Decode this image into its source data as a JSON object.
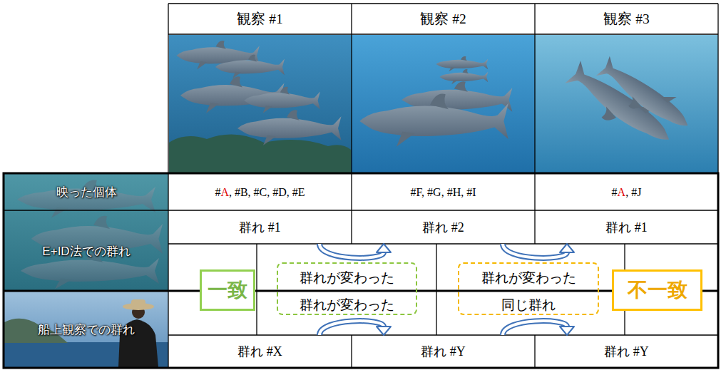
{
  "diagram": {
    "nodes": [
      {
        "text": [
          "群れ #1"
        ]
      },
      {
        "text": [
          "群れ #2"
        ]
      },
      {
        "text": [
          "群れ #1"
        ]
      },
      {
        "text": [
          "一致"
        ]
      },
      {
        "text": [
          "群れが変わった",
          "群れが変わった"
        ]
      },
      {
        "text": [
          "群れが変わった",
          "同じ群れ"
        ]
      },
      {
        "text": [
          "不一致"
        ]
      },
      {
        "text": [
          "群れ #X"
        ]
      },
      {
        "text": [
          "群れ #Y"
        ]
      },
      {
        "text": [
          "群れ #Y"
        ]
      }
    ],
    "edges": [
      {
        "from": 0,
        "to": 1,
        "arrow": "to"
      },
      {
        "from": 1,
        "to": 2,
        "arrow": "to"
      },
      {
        "from": 7,
        "to": 8,
        "arrow": "to"
      },
      {
        "from": 8,
        "to": 9,
        "arrow": "to"
      }
    ],
    "labels": [
      "観察 #1",
      "観察 #2",
      "観察 #3",
      "#A, #B, #C, #D, #E",
      "#F, #G, #H, #I",
      "#A, #J",
      "映った個体",
      "E+ID法での群れ",
      "船上観察での群れ"
    ]
  }
}
